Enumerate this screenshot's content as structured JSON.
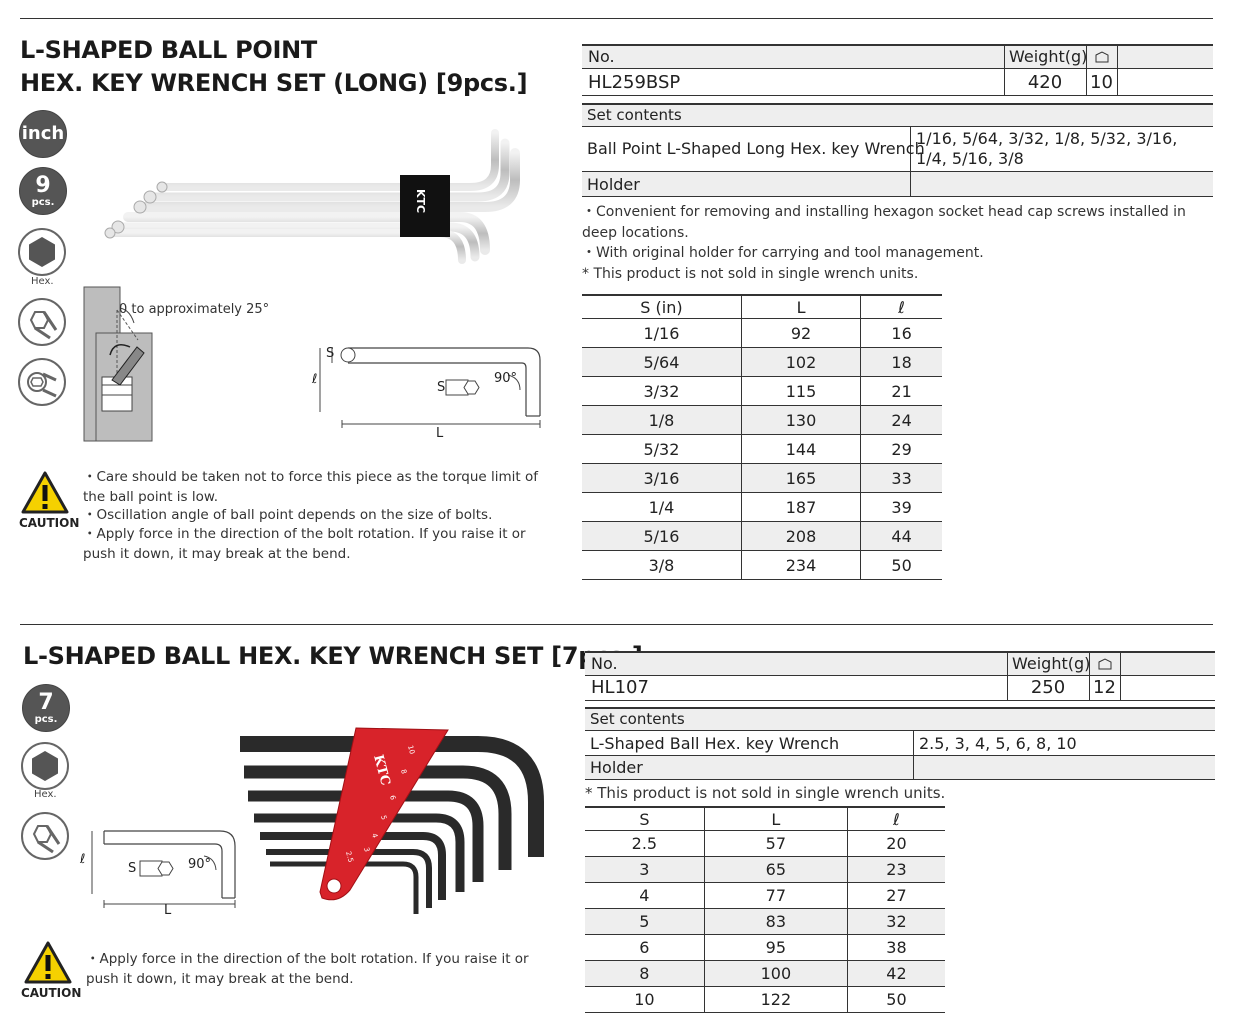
{
  "set1": {
    "title_line1": "L-SHAPED BALL POINT",
    "title_line2": "HEX. KEY WRENCH SET (LONG) [9pcs.]",
    "badges": {
      "inch": "inch",
      "count": "9",
      "pcs": "pcs.",
      "hex": "Hex."
    },
    "spec": {
      "no_label": "No.",
      "weight_label": "Weight(g)",
      "no": "HL259BSP",
      "weight": "420",
      "qty": "10",
      "set_contents_label": "Set contents",
      "item1_name": "Ball Point L-Shaped Long Hex. key Wrench",
      "item1_sizes": "1/16, 5/64, 3/32, 1/8, 5/32, 3/16, 1/4, 5/16, 3/8",
      "item2_name": "Holder"
    },
    "notes": [
      "・Convenient for removing and installing hexagon socket head cap screws installed in deep locations.",
      "・With original holder for carrying and tool management.",
      "* This product is not sold in single wrench units."
    ],
    "diagram": {
      "angle": "0 to approximately 25°",
      "s": "S",
      "l_small": "ℓ",
      "l_big": "L",
      "deg": "90°"
    },
    "caution_label": "CAUTION",
    "caution": [
      "・Care should be taken not to force this piece as the torque limit of the ball point is low.",
      "・Oscillation angle of ball point depends on the size of bolts.",
      "・Apply force in the direction of the bolt rotation. If you raise it or push it down, it may break at the bend."
    ],
    "table": {
      "headers": [
        "S (in)",
        "L",
        "ℓ"
      ],
      "rows": [
        [
          "1/16",
          "92",
          "16"
        ],
        [
          "5/64",
          "102",
          "18"
        ],
        [
          "3/32",
          "115",
          "21"
        ],
        [
          "1/8",
          "130",
          "24"
        ],
        [
          "5/32",
          "144",
          "29"
        ],
        [
          "3/16",
          "165",
          "33"
        ],
        [
          "1/4",
          "187",
          "39"
        ],
        [
          "5/16",
          "208",
          "44"
        ],
        [
          "3/8",
          "234",
          "50"
        ]
      ]
    },
    "logo": "KTC"
  },
  "set2": {
    "title": "L-SHAPED BALL HEX. KEY WRENCH SET [7pcs.]",
    "badges": {
      "count": "7",
      "pcs": "pcs.",
      "hex": "Hex."
    },
    "spec": {
      "no_label": "No.",
      "weight_label": "Weight(g)",
      "no": "HL107",
      "weight": "250",
      "qty": "12",
      "set_contents_label": "Set contents",
      "item1_name": "L-Shaped Ball Hex. key Wrench",
      "item1_sizes": "2.5, 3, 4, 5, 6, 8, 10",
      "item2_name": "Holder"
    },
    "notes": [
      "* This product is not sold in single wrench units."
    ],
    "diagram": {
      "s": "S",
      "l_small": "ℓ",
      "l_big": "L",
      "deg": "90°"
    },
    "caution_label": "CAUTION",
    "caution": [
      "・Apply force in the direction of the bolt rotation. If you raise it or push it down, it may break at the bend."
    ],
    "table": {
      "headers": [
        "S",
        "L",
        "ℓ"
      ],
      "rows": [
        [
          "2.5",
          "57",
          "20"
        ],
        [
          "3",
          "65",
          "23"
        ],
        [
          "4",
          "77",
          "27"
        ],
        [
          "5",
          "83",
          "32"
        ],
        [
          "6",
          "95",
          "38"
        ],
        [
          "8",
          "100",
          "42"
        ],
        [
          "10",
          "122",
          "50"
        ]
      ]
    },
    "logo": "KTC",
    "holder_marks": [
      "10",
      "8",
      "6",
      "5",
      "4",
      "3",
      "2.5"
    ],
    "colors": {
      "holder": "#d8232a",
      "wrench": "#2a2a2a"
    }
  }
}
